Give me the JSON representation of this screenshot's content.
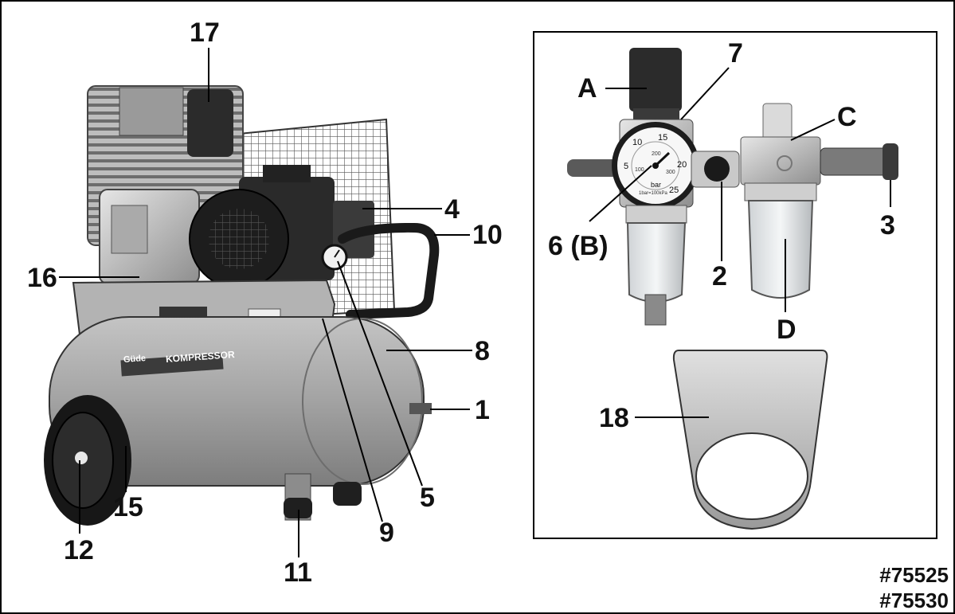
{
  "figure": {
    "callouts": {
      "c1": "1",
      "c2": "2",
      "c3": "3",
      "c4": "4",
      "c5": "5",
      "c6": "6 (B)",
      "c7": "7",
      "c8": "8",
      "c9": "9",
      "c10": "10",
      "c11": "11",
      "c12": "12",
      "c15": "15",
      "c16": "16",
      "c17": "17",
      "c18": "18",
      "cA": "A",
      "cC": "C",
      "cD": "D"
    },
    "brand": {
      "logo": "Güde",
      "product": "KOMPRESSOR"
    },
    "gauge": {
      "scale_labels": [
        "5",
        "10",
        "15",
        "20",
        "25"
      ],
      "inner_labels": [
        "100",
        "200",
        "300"
      ],
      "unit": "bar",
      "unit_note": "1bar=100kPa"
    },
    "model_numbers": [
      "#75525",
      "#75530"
    ],
    "colors": {
      "tank": "#a9a9a9",
      "ink": "#111111",
      "metal": "#c8c8c8"
    }
  }
}
